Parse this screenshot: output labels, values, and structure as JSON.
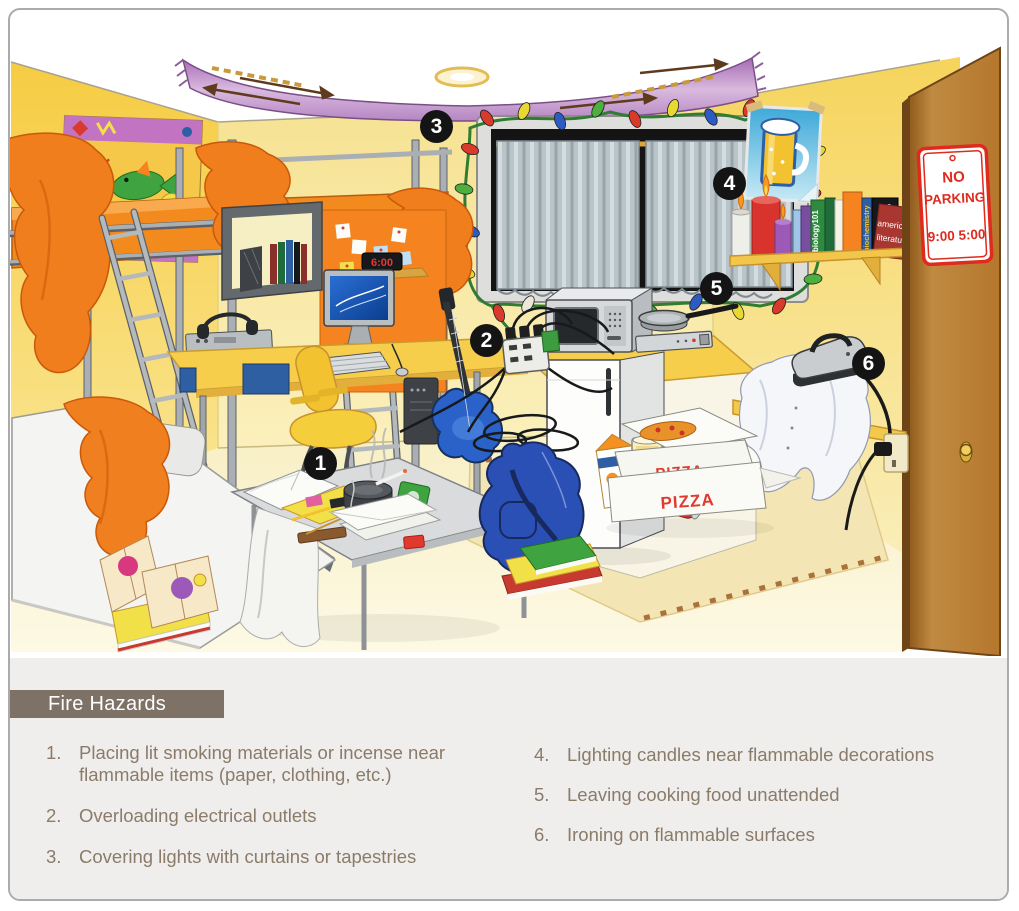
{
  "markers": [
    {
      "label": "1"
    },
    {
      "label": "2"
    },
    {
      "label": "3"
    },
    {
      "label": "4"
    },
    {
      "label": "5"
    },
    {
      "label": "6"
    }
  ],
  "room": {
    "door_sign": {
      "line1": "NO",
      "line2": "PARKING",
      "line3": "9:00 5:00"
    },
    "alarm_clock_time": "6:00",
    "books": {
      "spine_green": "biology101",
      "spine_blue": "biochemistry",
      "red_book_line1": "american",
      "red_book_line2": "literature"
    },
    "pizza_box_label": "PIZZA"
  },
  "legend": {
    "title": "Fire Hazards",
    "left_items": [
      {
        "num": "1.",
        "text": "Placing lit smoking materials or incense near flammable items (paper, clothing, etc.)"
      },
      {
        "num": "2.",
        "text": "Overloading electrical outlets"
      },
      {
        "num": "3.",
        "text": "Covering lights with curtains or tapestries"
      }
    ],
    "right_items": [
      {
        "num": "4.",
        "text": "Lighting candles near flammable decorations"
      },
      {
        "num": "5.",
        "text": "Leaving cooking food unattended"
      },
      {
        "num": "6.",
        "text": "Ironing on flammable surfaces"
      }
    ]
  },
  "colors": {
    "legend_background": "#efeeec",
    "legend_title_background": "#7d7265",
    "legend_text": "#8a7b6a",
    "wall_yellow": "#f8d24f",
    "back_wall_yellow": "#f7e69b",
    "floor_cream": "#fbf3d2",
    "rug_tan": "#f4e6b4",
    "tapestry_purple": "#b586c3",
    "bedding_orange": "#f0811f",
    "door_brown": "#b5772c",
    "marker_black": "#141414",
    "sign_red": "#df2b1e",
    "string_light_bulbs": [
      "#d93a2b",
      "#e8d832",
      "#4caf3e",
      "#2d5bc4",
      "#ece8d8"
    ]
  }
}
